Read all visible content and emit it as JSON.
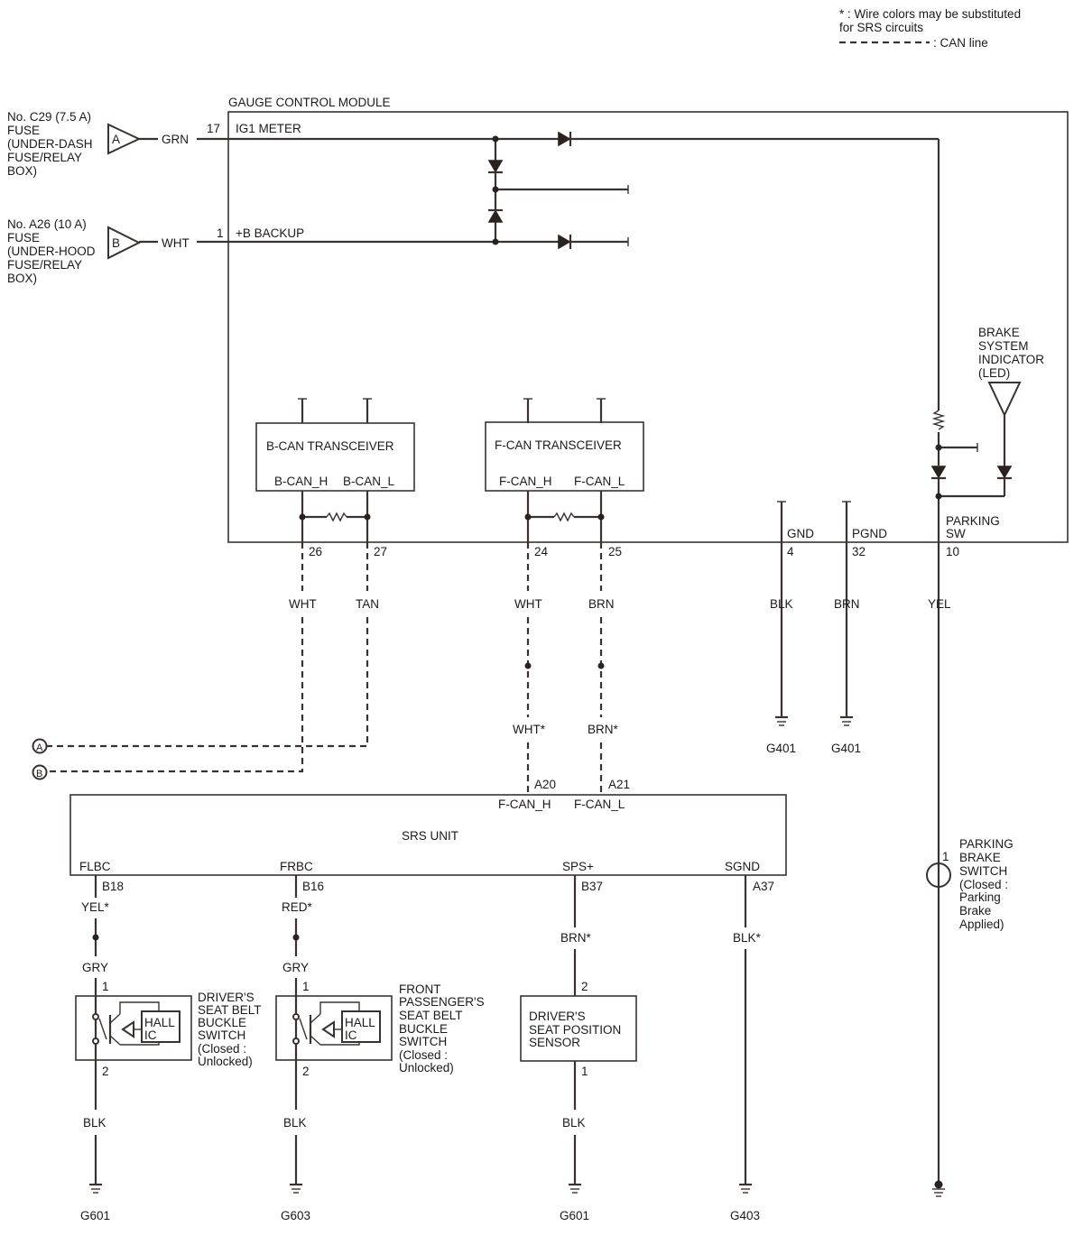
{
  "legend": {
    "note_line1": "* : Wire colors may be substituted",
    "note_line2": "for SRS circuits",
    "can_line": ": CAN line"
  },
  "gauge": {
    "title": "GAUGE CONTROL MODULE",
    "ig1_pin": "17",
    "ig1_label": "IG1 METER",
    "backup_pin": "1",
    "backup_label": "+B BACKUP",
    "brake_indicator": [
      "BRAKE",
      "SYSTEM",
      "INDICATOR",
      "(LED)"
    ],
    "gnd_label": "GND",
    "gnd_pin": "4",
    "pgnd_label": "PGND",
    "pgnd_pin": "32",
    "parking_label1": "PARKING",
    "parking_label2": "SW",
    "parking_pin": "10"
  },
  "fuses": {
    "a": {
      "tag": "A",
      "lines": [
        "No. C29 (7.5 A)",
        "FUSE",
        "(UNDER-DASH",
        "FUSE/RELAY",
        "BOX)"
      ],
      "wire": "GRN"
    },
    "b": {
      "tag": "B",
      "lines": [
        "No. A26 (10 A)",
        "FUSE",
        "(UNDER-HOOD",
        "FUSE/RELAY",
        "BOX)"
      ],
      "wire": "WHT"
    }
  },
  "bcan": {
    "title": "B-CAN TRANSCEIVER",
    "h": "B-CAN_H",
    "l": "B-CAN_L",
    "pin_h": "26",
    "pin_l": "27",
    "wire_h": "WHT",
    "wire_l": "TAN"
  },
  "fcan": {
    "title": "F-CAN TRANSCEIVER",
    "h": "F-CAN_H",
    "l": "F-CAN_L",
    "pin_h": "24",
    "pin_l": "25",
    "wire_h": "WHT",
    "wire_l": "BRN",
    "wire_h2": "WHT*",
    "wire_l2": "BRN*"
  },
  "grounds_top": {
    "gnd_wire": "BLK",
    "pgnd_wire": "BRN",
    "park_wire": "YEL",
    "g1": "G401",
    "g2": "G401"
  },
  "offpage": {
    "a": "A",
    "b": "B"
  },
  "srs": {
    "title": "SRS UNIT",
    "pin_a20": "A20",
    "pin_a21": "A21",
    "fcan_h": "F-CAN_H",
    "fcan_l": "F-CAN_L",
    "flbc": "FLBC",
    "frbc": "FRBC",
    "sps": "SPS+",
    "sgnd": "SGND",
    "pin_b18": "B18",
    "pin_b16": "B16",
    "pin_b37": "B37",
    "pin_a37": "A37"
  },
  "driver_buckle": {
    "wire1": "YEL*",
    "wire2": "GRY",
    "pin1": "1",
    "pin2": "2",
    "ic1": "HALL",
    "ic2": "IC",
    "lines": [
      "DRIVER'S",
      "SEAT BELT",
      "BUCKLE",
      "SWITCH",
      "(Closed :",
      "Unlocked)"
    ],
    "wire_gnd": "BLK",
    "ground": "G601"
  },
  "pass_buckle": {
    "wire1": "RED*",
    "wire2": "GRY",
    "pin1": "1",
    "pin2": "2",
    "ic1": "HALL",
    "ic2": "IC",
    "lines": [
      "FRONT",
      "PASSENGER'S",
      "SEAT BELT",
      "BUCKLE",
      "SWITCH",
      "(Closed :",
      "Unlocked)"
    ],
    "wire_gnd": "BLK",
    "ground": "G603"
  },
  "seat_sensor": {
    "wire1": "BRN*",
    "pin_top": "2",
    "pin_bottom": "1",
    "lines": [
      "DRIVER'S",
      "SEAT POSITION",
      "SENSOR"
    ],
    "wire_gnd": "BLK",
    "ground": "G601"
  },
  "sgnd_path": {
    "wire": "BLK*",
    "ground": "G403"
  },
  "parking_brake": {
    "pin": "1",
    "lines": [
      "PARKING",
      "BRAKE",
      "SWITCH",
      "(Closed :",
      "Parking",
      "Brake",
      "Applied)"
    ]
  }
}
